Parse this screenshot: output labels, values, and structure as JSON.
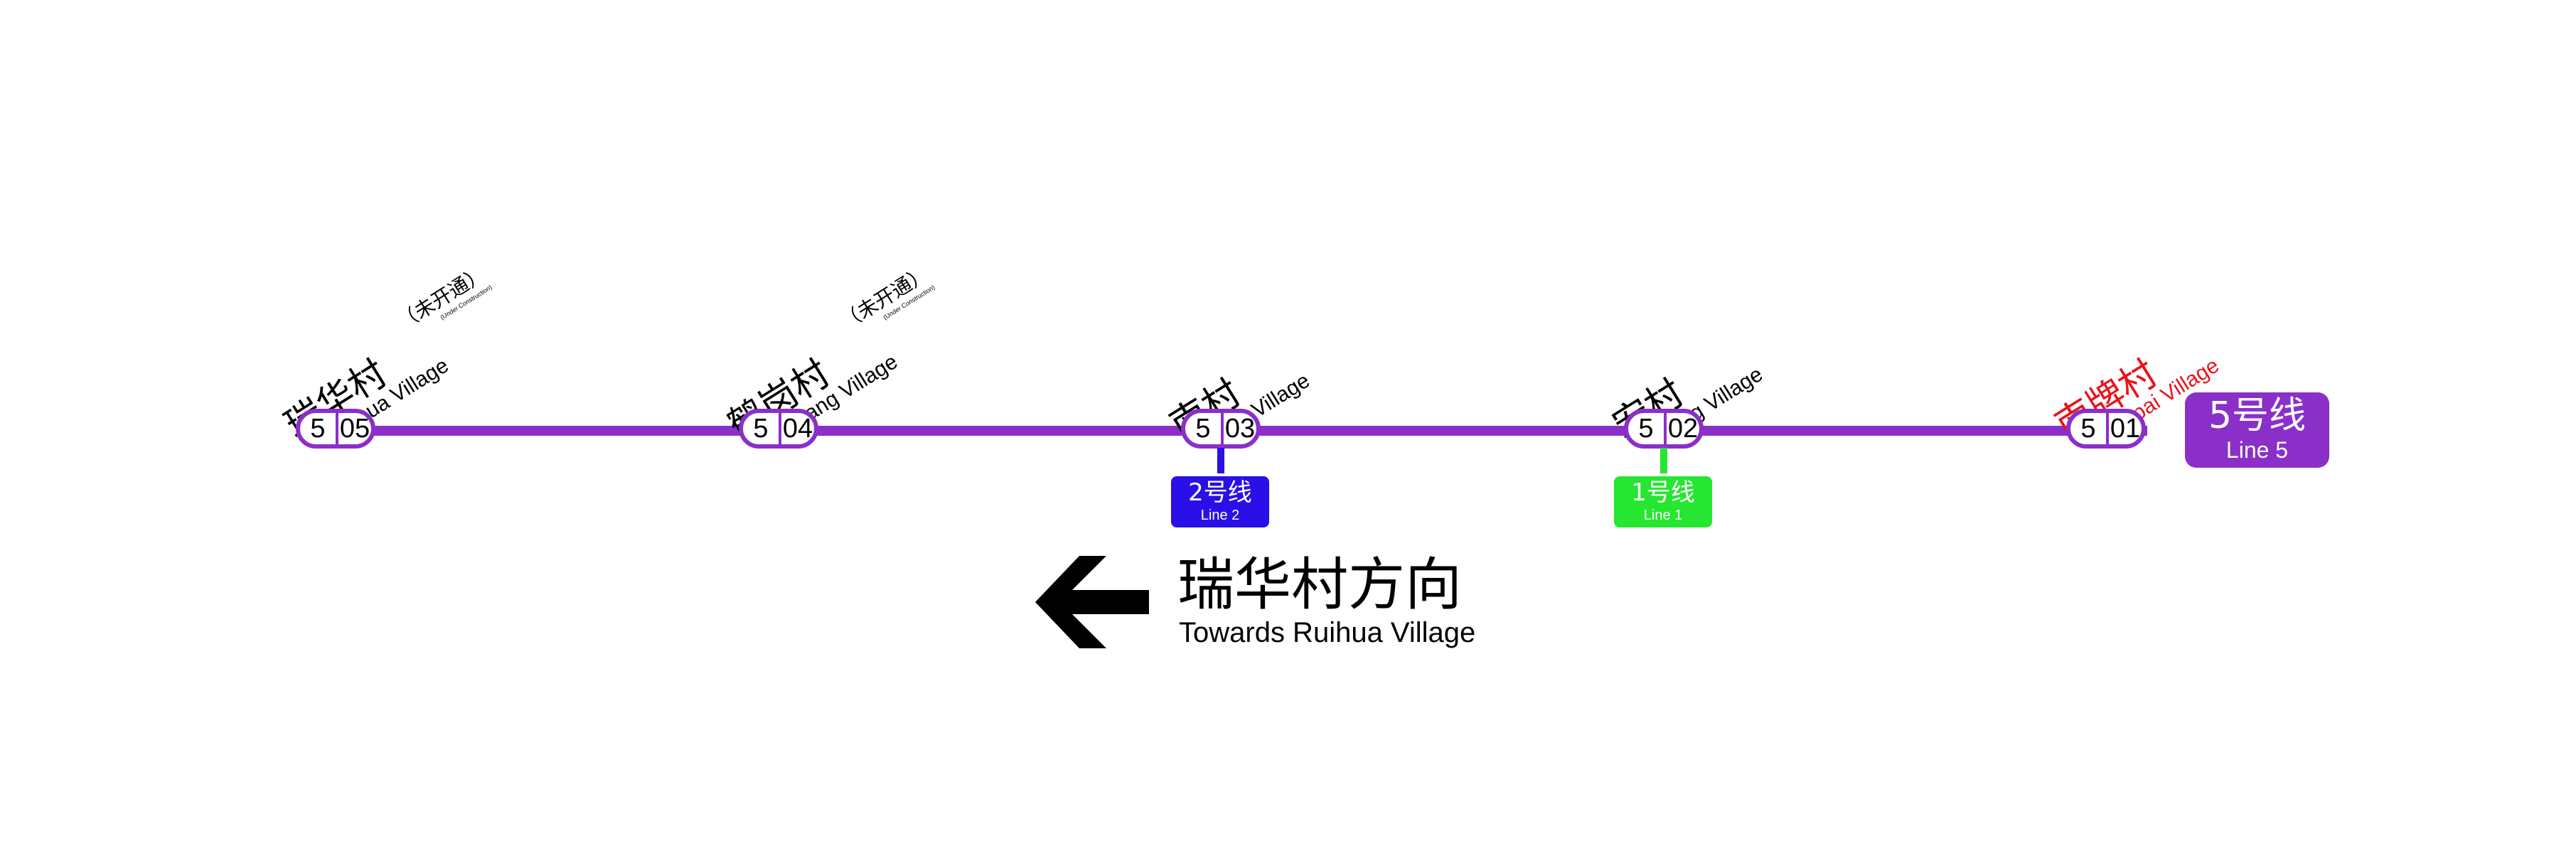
{
  "line": {
    "color": "#8b2fc9",
    "badge": {
      "zh": "5号线",
      "en": "Line 5"
    }
  },
  "stations": [
    {
      "line_no": "5",
      "station_no": "05",
      "zh": "瑞华村",
      "en": "Ruihua Village",
      "status_zh": "（未开通）",
      "status_en": "(Under Construction)",
      "color": "#000000"
    },
    {
      "line_no": "5",
      "station_no": "04",
      "zh": "鹤岗村",
      "en": "Hegang Village",
      "status_zh": "（未开通）",
      "status_en": "(Under Construction)",
      "color": "#000000"
    },
    {
      "line_no": "5",
      "station_no": "03",
      "zh": "南村",
      "en": "Nan Village",
      "color": "#000000"
    },
    {
      "line_no": "5",
      "station_no": "02",
      "zh": "宏村",
      "en": "Hong Village",
      "color": "#000000"
    },
    {
      "line_no": "5",
      "station_no": "01",
      "zh": "南牌村",
      "en": "Nanpai Village",
      "color": "#e8141c",
      "current": true
    }
  ],
  "transfers": [
    {
      "station_no": "03",
      "zh": "2号线",
      "en": "Line 2",
      "color": "#2a10e8"
    },
    {
      "station_no": "02",
      "zh": "1号线",
      "en": "Line 1",
      "color": "#26e632"
    }
  ],
  "direction": {
    "zh": "瑞华村方向",
    "en": "Towards Ruihua Village",
    "icon": "left-arrow-icon"
  }
}
